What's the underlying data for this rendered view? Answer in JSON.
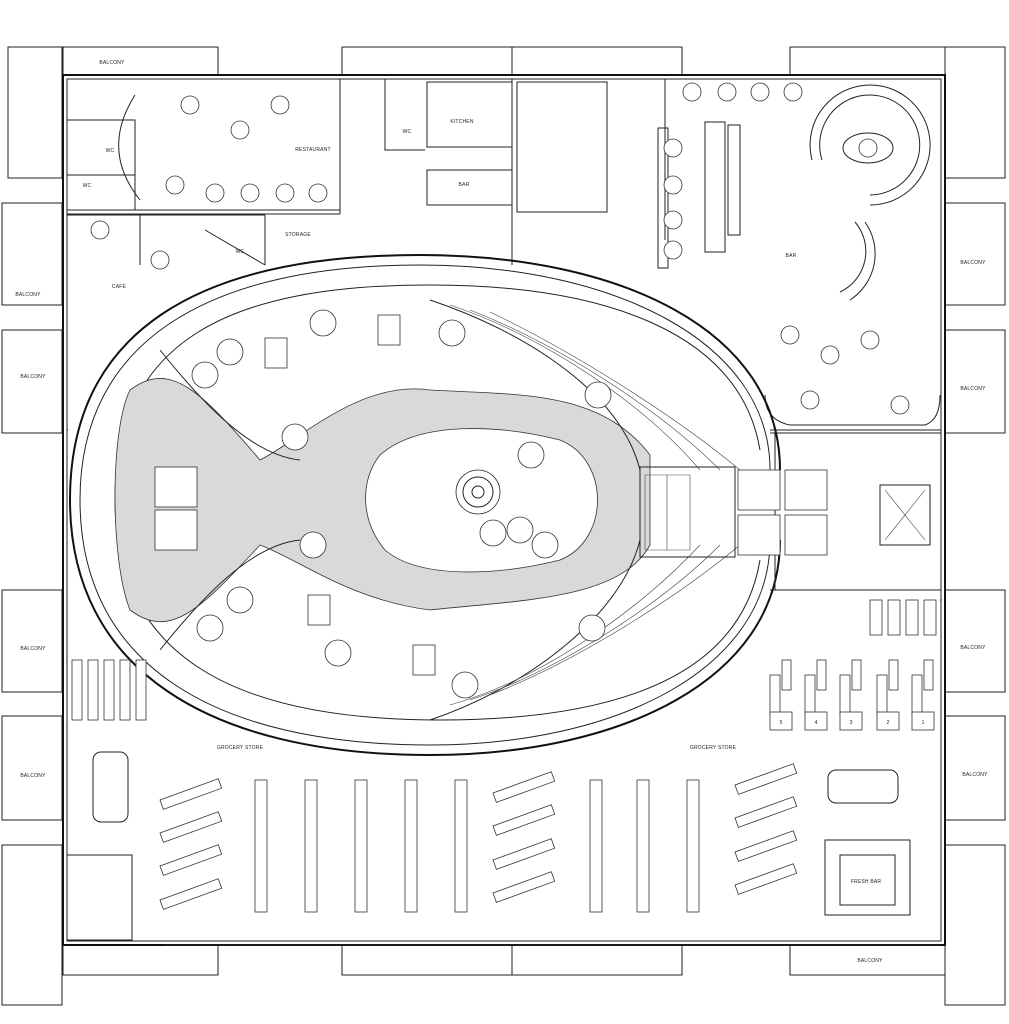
{
  "plan": {
    "balcony_label": "BALCONY",
    "rooms": {
      "restaurant": "RESTAURANT",
      "wc": "WC",
      "kitchen": "KITCHEN",
      "bar": "BAR",
      "storage": "STORAGE",
      "cafe": "CAFE",
      "bar_main": "BAR",
      "grocery_left": "GROCERY STORE",
      "grocery_right": "GROCERY STORE",
      "fresh_bar": "FRESH BAR"
    },
    "checkouts": [
      "5",
      "4",
      "3",
      "2",
      "1"
    ]
  },
  "colors": {
    "line": "#222222",
    "paving": "#d9d9d9",
    "background": "#ffffff"
  }
}
